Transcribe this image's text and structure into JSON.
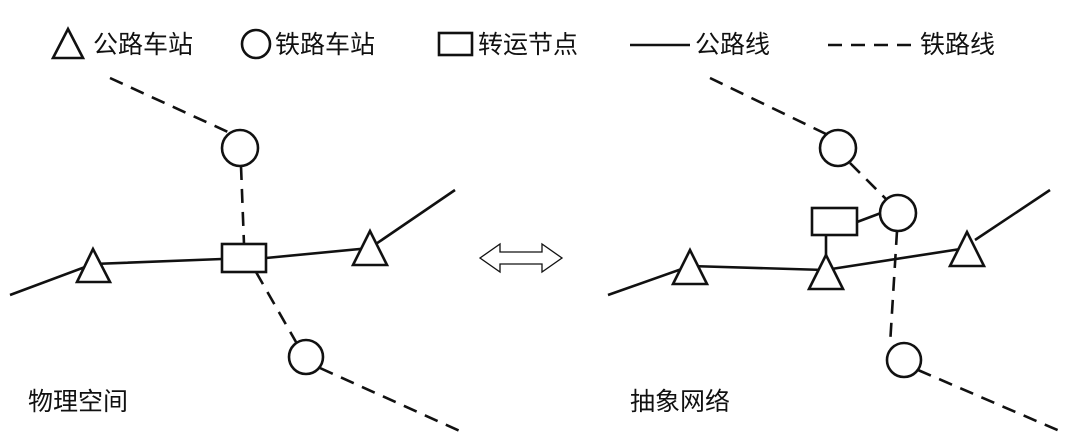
{
  "legend": {
    "road_station": "公路车站",
    "rail_station": "铁路车站",
    "transfer_node": "转运节点",
    "road_line": "公路线",
    "rail_line": "铁路线"
  },
  "panels": {
    "physical": "物理空间",
    "abstract": "抽象网络"
  },
  "colors": {
    "stroke": "#111111",
    "background": "#ffffff"
  }
}
